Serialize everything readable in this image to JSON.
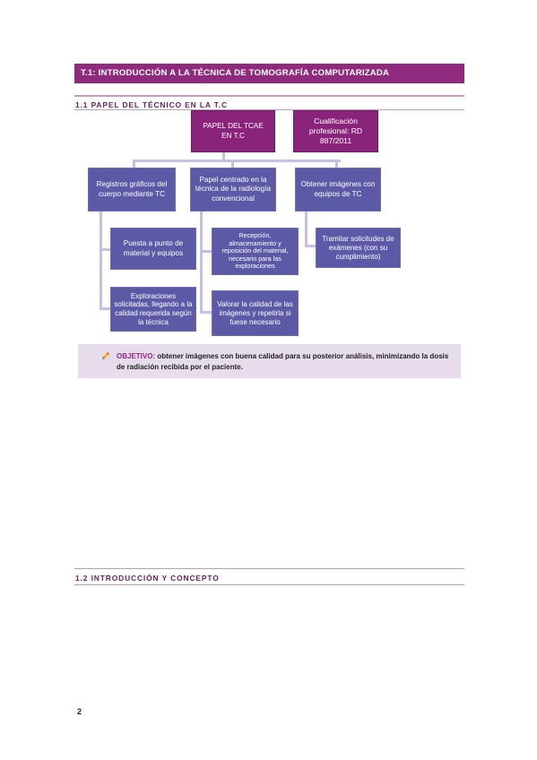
{
  "chapter": {
    "title": "T.1: INTRODUCCIÓN A LA TÉCNICA DE TOMOGRAFÍA COMPUTARIZADA"
  },
  "section1": {
    "title": "1.1 PAPEL DEL TÉCNICO EN LA T.C"
  },
  "diagram": {
    "root": "PAPEL DEL TCAE EN T.C",
    "qualification": "Cualificación profesional: RD 887/2011",
    "branches": [
      {
        "label": "Registros gráficos del cuerpo mediante TC",
        "children": [
          "Puesta a punto de material y equipos",
          "Exploraciones solicitadas, llegando a la calidad requerida según la técnica"
        ]
      },
      {
        "label": "Papel centrado en la técnica de la radiología convencional",
        "children": [
          "Recepción, almacenamiento y reposición del material, necesario para las exploraciones",
          "Valorar la calidad de las imágenes y repetirla si fuese necesario"
        ]
      },
      {
        "label": "Obtener imágenes con equipos de TC",
        "children": [
          "Tramitar solicitudes de exámenes (con su cumplimiento)"
        ]
      }
    ]
  },
  "objective": {
    "icon": "pencil-icon",
    "label": "OBJETIVO:",
    "text": " obtener imágenes con buena calidad para su posterior análisis, minimizando la dosis de radiación recibida por el paciente."
  },
  "section2": {
    "title": "1.2 INTRODUCCIÓN Y CONCEPTO"
  },
  "page": {
    "number": "2"
  },
  "colors": {
    "accent": "#8f2a7d",
    "box_blue": "#5c5aa7",
    "box_dark": "#3d3c8a",
    "connector": "#c3c2e2",
    "objective_bg": "#e7dcec"
  }
}
